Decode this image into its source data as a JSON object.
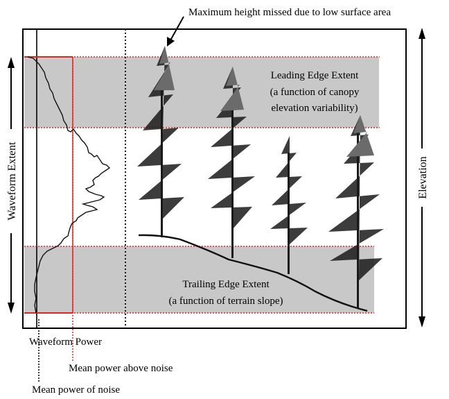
{
  "annotations": {
    "top": "Maximum height missed due to low surface area",
    "leading_line1": "Leading Edge Extent",
    "leading_line2": "(a function of canopy",
    "leading_line3": "elevation variability)",
    "trailing_line1": "Trailing Edge Extent",
    "trailing_line2": "(a function of terrain slope)"
  },
  "axes": {
    "left": "Waveform Extent",
    "right": "Elevation",
    "bottom": "Waveform Power"
  },
  "legend": {
    "mean_above_noise": "Mean power above noise",
    "mean_noise": "Mean power of noise"
  },
  "colors": {
    "band": "#c8c8c8",
    "red": "#e8231f",
    "ink": "#111111",
    "tree": "#1a1a1a"
  }
}
